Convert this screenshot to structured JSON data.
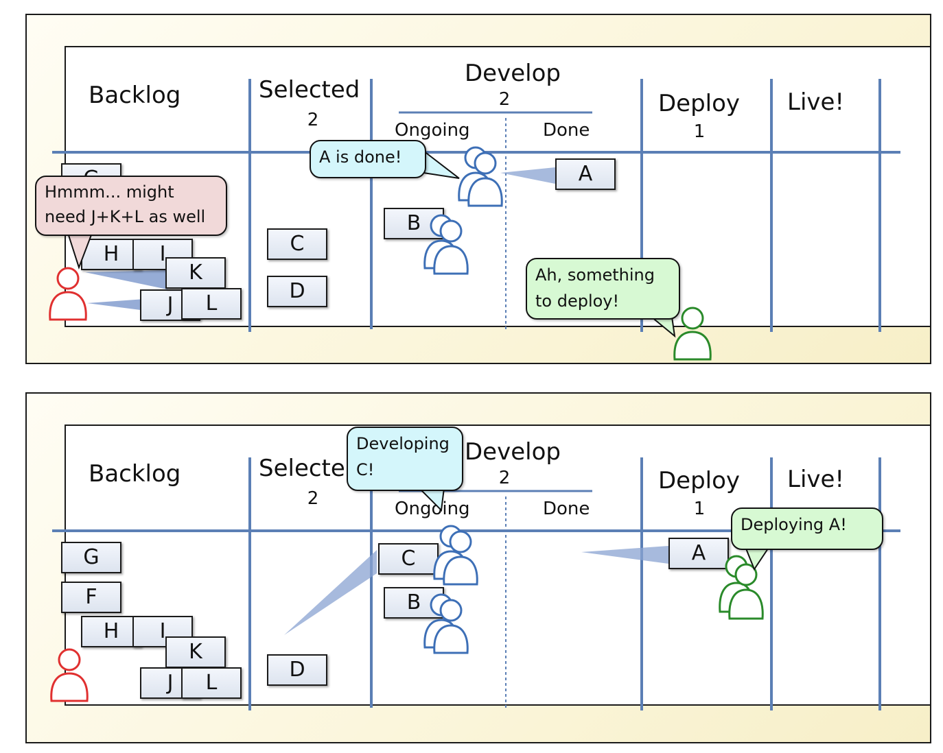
{
  "columns": {
    "backlog": "Backlog",
    "selected": "Selected",
    "selected_clipped": "Selecte",
    "selected_limit": "2",
    "develop": "Develop",
    "develop_limit": "2",
    "ongoing": "Ongoing",
    "done": "Done",
    "deploy": "Deploy",
    "deploy_limit": "1",
    "live": "Live!"
  },
  "top_panel": {
    "backlog_cards": [
      "G",
      "H",
      "I",
      "J",
      "K",
      "L"
    ],
    "selected_cards": [
      "C",
      "D"
    ],
    "ongoing_cards": [
      "B"
    ],
    "done_cards": [
      "A"
    ],
    "bubble_backlog_line1": "Hmmm... might",
    "bubble_backlog_line2": "need J+K+L as well",
    "bubble_dev": "A is done!",
    "bubble_deploy_line1": "Ah, something",
    "bubble_deploy_line2": "to deploy!"
  },
  "bottom_panel": {
    "backlog_cards": [
      "G",
      "F",
      "H",
      "I",
      "K",
      "J",
      "L"
    ],
    "selected_cards": [
      "D"
    ],
    "ongoing_cards": [
      "C",
      "B"
    ],
    "deploy_cards": [
      "A"
    ],
    "bubble_dev_line1": "Developing",
    "bubble_dev_line2": "C!",
    "bubble_deploy": "Deploying A!"
  },
  "colors": {
    "grid_line": "#5b7fb5",
    "backlog_person": "#e03030",
    "dev_person": "#3d6fb6",
    "deploy_person": "#2a8a2a"
  }
}
